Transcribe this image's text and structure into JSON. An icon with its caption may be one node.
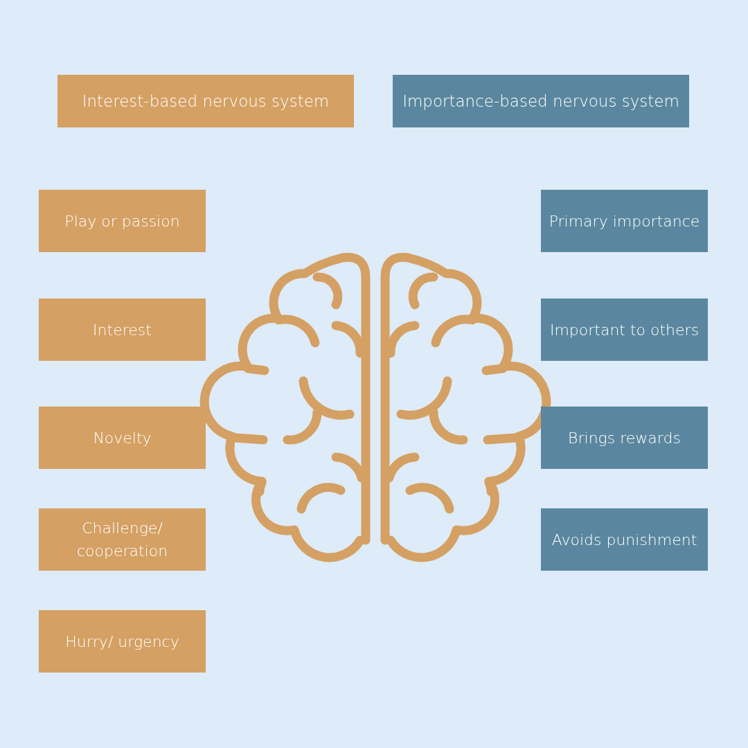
{
  "diagram": {
    "nodes": [
      {
        "text": [
          "Interest-based nervous system"
        ]
      },
      {
        "text": [
          "Importance-based nervous system"
        ]
      },
      {
        "text": [
          "Play or passion"
        ]
      },
      {
        "text": [
          "Interest"
        ]
      },
      {
        "text": [
          "Novelty"
        ]
      },
      {
        "text": [
          "Challenge/ cooperation"
        ]
      },
      {
        "text": [
          "Hurry/ urgency"
        ]
      },
      {
        "text": [
          "Primary importance"
        ]
      },
      {
        "text": [
          "Important to others"
        ]
      },
      {
        "text": [
          "Brings rewards"
        ]
      },
      {
        "text": [
          "Avoids punishment"
        ]
      }
    ],
    "edges": []
  }
}
